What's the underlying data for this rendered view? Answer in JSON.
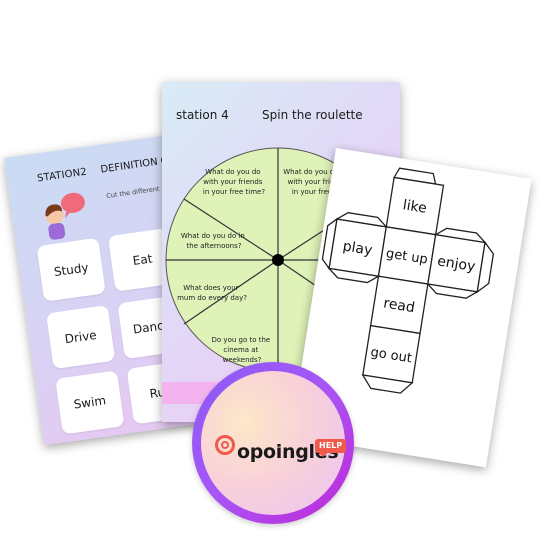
{
  "station2": {
    "title": "STATION2",
    "subtitle": "DEFINITION GAME",
    "instruction": "Cut the different c",
    "cards": [
      "Study",
      "Eat",
      "Drive",
      "Dance",
      "Swim",
      "Run"
    ]
  },
  "station4": {
    "title": "station 4",
    "subtitle": "Spin the roulette",
    "questions": [
      [
        "What do you do",
        "with your friends",
        "in your free time?"
      ],
      [
        "What do you do in",
        "the afternoons?"
      ],
      [
        "What does your",
        "mum do every day?"
      ],
      [
        "Do you go to the",
        "cinema at",
        "weekends?"
      ],
      [
        "What do you do",
        "with your frie",
        "in your free"
      ]
    ]
  },
  "dice": {
    "faces": [
      "like",
      "play",
      "get up",
      "enjoy",
      "read",
      "go out"
    ]
  },
  "logo": {
    "brand": "opoingles",
    "badge": "HELP"
  },
  "colors": {
    "wheel": "#dff2b8",
    "accent": "#ef5a4a",
    "ring": "#a855f7"
  }
}
